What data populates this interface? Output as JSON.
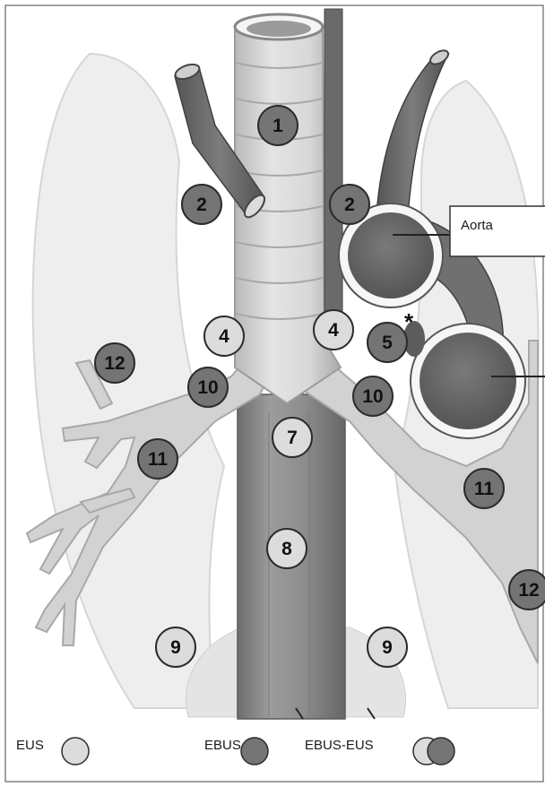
{
  "callout": {
    "aorta_label": "Aorta"
  },
  "asterisk": "*",
  "stations": [
    {
      "label": "1",
      "type": "EBUS"
    },
    {
      "label": "2",
      "type": "EBUS"
    },
    {
      "label": "2",
      "type": "EBUS"
    },
    {
      "label": "4",
      "type": "EUS"
    },
    {
      "label": "4",
      "type": "EUS"
    },
    {
      "label": "5",
      "type": "EBUS"
    },
    {
      "label": "10",
      "type": "EBUS"
    },
    {
      "label": "10",
      "type": "EBUS"
    },
    {
      "label": "12",
      "type": "EBUS"
    },
    {
      "label": "12",
      "type": "EBUS"
    },
    {
      "label": "11",
      "type": "EBUS"
    },
    {
      "label": "11",
      "type": "EBUS"
    },
    {
      "label": "7",
      "type": "EUS"
    },
    {
      "label": "8",
      "type": "EUS"
    },
    {
      "label": "9",
      "type": "EUS"
    },
    {
      "label": "9",
      "type": "EUS"
    }
  ],
  "legend": {
    "eus_label": "EUS",
    "ebus_label": "EBUS",
    "combo_label": "EBUS-EUS"
  },
  "colors": {
    "eus_fill": "#dcdcdc",
    "ebus_fill": "#747474",
    "outline": "#2b2b2b",
    "vessel": "#6a6a6a",
    "airway": "#cfcfcf",
    "lung": "#f0f0f0",
    "esophagus": "#8a8a8a"
  }
}
